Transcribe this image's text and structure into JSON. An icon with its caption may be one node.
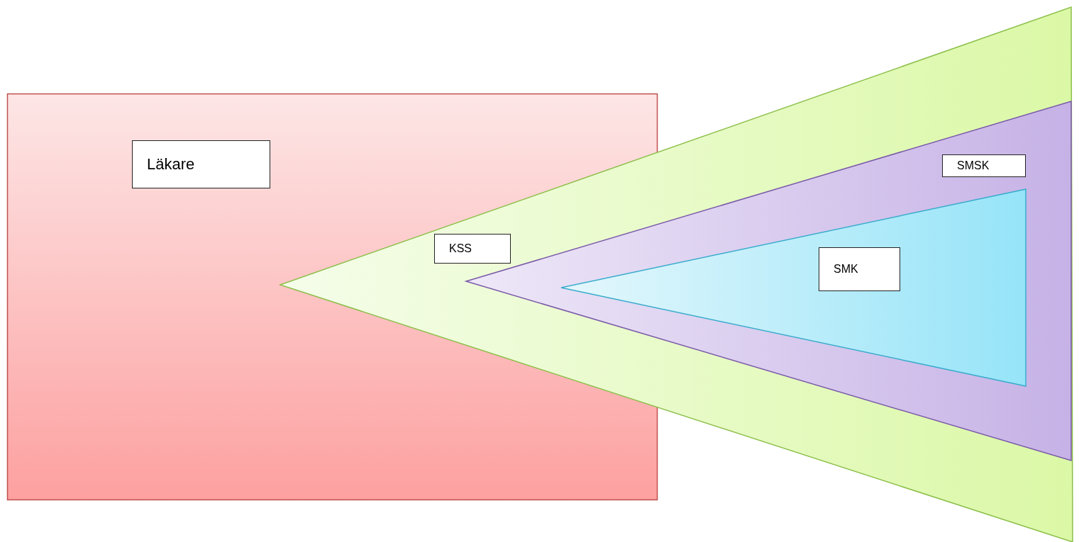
{
  "diagram": {
    "nodes": [
      {
        "text": [],
        "shape": "box"
      },
      {
        "text": [
          "Läkare"
        ],
        "in": 0
      },
      {
        "text": [],
        "shape": "triangle"
      },
      {
        "text": [
          "KSS"
        ]
      },
      {
        "text": [],
        "shape": "triangle",
        "in": 2
      },
      {
        "text": [
          "SMSK"
        ],
        "in": 4
      },
      {
        "text": [],
        "shape": "triangle",
        "in": 4
      },
      {
        "text": [
          "SMK"
        ],
        "in": 6
      }
    ]
  }
}
